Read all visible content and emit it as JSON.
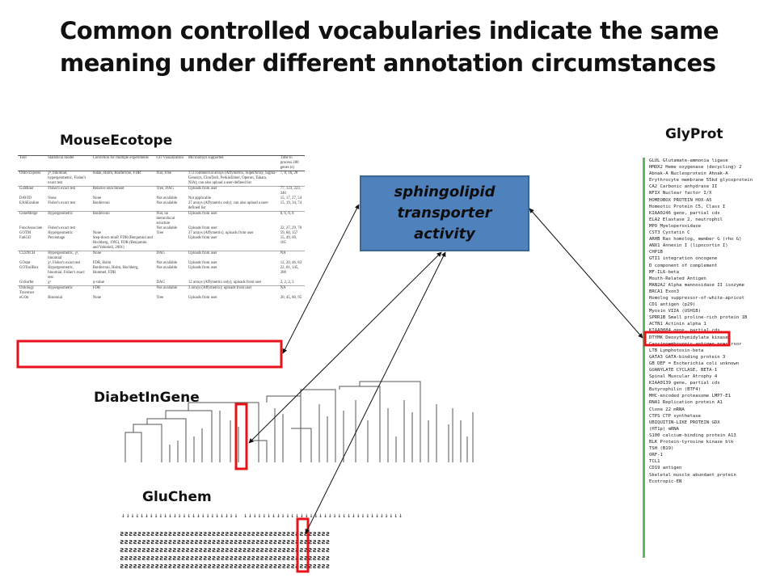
{
  "title": "Common controlled vocabularies indicate the same meaning under different annotation circumstances",
  "labels": {
    "mouse": "MouseEcotope",
    "glyprot": "GlyProt",
    "diabet": "DiabetInGene",
    "gluchem": "GluChem"
  },
  "concept": "sphingolipid\ntransporter\nactivity",
  "colors": {
    "box_fill": "#4f81bd",
    "highlight": "#e8121a",
    "list_bar": "#5cb85c"
  },
  "table": {
    "headers": [
      "Tool",
      "Statistical model",
      "Correction for multiple experiments",
      "GO Visualization",
      "Microarrays supported",
      "Time to process 200 genes (s)"
    ],
    "rows": [
      [
        "Onto-Express",
        "χ², binomial, hypergeometric, Fisher's exact test",
        "Sidak, Holm, Bonferroni, FDR",
        "Flat, Tree",
        "172 commercial arrays (Affymetrix, SuperArray, Sigma-Genosys, ClonTech, PerkinElmer, Operon, Takara, NIA); can also upload a user-defined list",
        "7, 8, 16, 28"
      ],
      [
        "GoMiner",
        "Fisher's exact test",
        "Relative enrichment",
        "Tree, DAG",
        "Uploads from user",
        "77, 123, 223, 340"
      ],
      [
        "DAVID",
        "None",
        "None",
        "Not available",
        "Not applicable",
        "15, 17, 27, 54"
      ],
      [
        "EASEonline",
        "Fisher's exact test",
        "Bonferroni",
        "Not available",
        "27 arrays (Affymetrix only); can also upload a user-defined list",
        "15, 19, 34, 74"
      ],
      [
        "GeneMerge",
        "Hypergeometric",
        "Bonferroni",
        "Flat, no hierarchical structure",
        "Uploads from user",
        "6, 6, 6, 8"
      ],
      [
        "FuncAssociate",
        "Fisher's exact test",
        "",
        "Not available",
        "Uploads from user",
        "22, 27, 29, 70"
      ],
      [
        "GOTM",
        "Hypergeometric",
        "None",
        "Tree",
        "37 arrays (Affymetrix), uploads from user",
        "59, 60, 157"
      ],
      [
        "FatiGO",
        "Percentage",
        "Step-down minP, FDR (Benjamini and Hochberg, 1995), FDR (Benjamini and Yekutieli, 2001)",
        "",
        "Uploads from user",
        "15, 49, 69, 105"
      ],
      [
        "CLENCH",
        "Hypergeometric, χ², binomial",
        "None",
        "DAG",
        "Uploads from user",
        "NA"
      ],
      [
        "GOstat",
        "χ², Fisher's exact test",
        "FDR, Holm",
        "Not available",
        "Uploads from user",
        "12, 20, 46, 83"
      ],
      [
        "GOToolBox",
        "Hypergeometric, binomial, Fisher's exact test",
        "Bonferroni, Holm, Hochberg, Hommel, FDR",
        "Not available",
        "Uploads from user",
        "22, 81, 145, 288"
      ],
      [
        "GoSurfer",
        "χ²",
        "q-value",
        "DAG",
        "12 arrays (Affymetrix only); uploads from user",
        "2, 2, 2, 3"
      ],
      [
        "Ontology Traverser",
        "Hypergeometric",
        "FDR",
        "Not available",
        "3 arrays (Affymetrix); uploads from user",
        "NA"
      ],
      [
        "eGOn",
        "Binomial",
        "None",
        "Tree",
        "Uploads from user",
        "20, 45, 80, 95"
      ]
    ]
  },
  "proteins": [
    "GLUL Glutamate-ammonia ligase",
    "HMOX2 Heme oxygenase (decycling) 2",
    "Abnak-A Nucleoprotein Ahnak-A",
    "Erythrocyte membrane 55kd glycoprotein",
    "CA2 Carbonic anhydrase II",
    "NFIX Nuclear factor I/X",
    "HOMEOBOX PROTEIN HOX-A5",
    "Homeotic Protein C5, Class I",
    "KIAA0246 gene, partial cds",
    "ELA2 Elastase 2, neutrophil",
    "MPO Myeloperoxidase",
    "CST3 Cystatin C",
    "ARHB Ras homolog, member G (rho G)",
    "ANX1 Annexin I (lipocortin I)",
    "CHP1B",
    "GTI1 integration oncogene",
    "D component of complement",
    "MF-IL6-beta",
    "Mouth-Related Antigen",
    "MAN2A2 Alpha mannosidase II isozyme",
    "BRCA1 Exon3",
    "Homolog suppressor-of-white-apricot",
    "CD1 antigen (p29)",
    "Myosin VIIA (USH1B)",
    "SPRR1B Small proline-rich protein 1B",
    "ACTN1 Actinin alpha 1",
    "KIAA0084 gene, partial cds",
    "DTYMK Deoxythymidylate kinase",
    "Carcinoembryonic antigen precursor",
    "LTB Lymphotoxin-beta",
    "GATA3 GATA-binding protein 3",
    "GB DEF = Escherichia coli unknown",
    "GUANYLATE CYCLASE, BETA-1",
    "Spinal Muscular Atrophy 4",
    "KIAA0139 gene, partial cds",
    "Butyrophilin (BTF4)",
    "MHC-encoded proteasome LMP7-E1",
    "RNA1 Replication protein A1",
    "Clone 22 mRNA",
    "CTPS CTP synthetase",
    "UBIQUITIN-LIKE PROTEIN GDX",
    "(HT1p) mRNA",
    "S100 calcium-binding protein A13",
    "BLK Protein-tyrosine kinase blk",
    "TSH (B19)",
    "ORF-1",
    "TCL1",
    "CD19 antigen",
    "Skeletal muscle abundant protein",
    "Ecotropic-EN"
  ]
}
